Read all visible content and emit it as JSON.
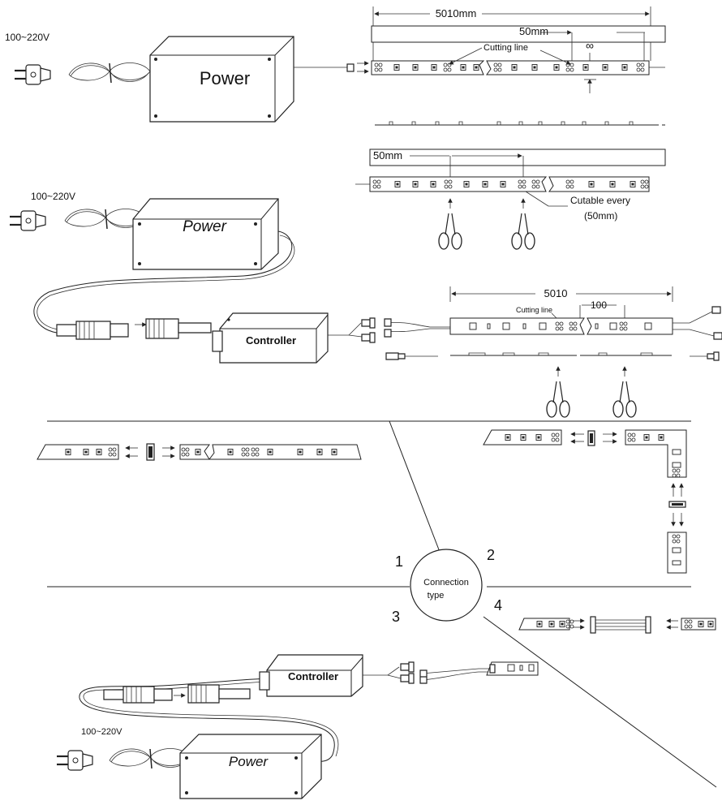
{
  "voltage": "100~220V",
  "power_label": "Power",
  "controller_label": "Controller",
  "dims": {
    "length_mm": "5010mm",
    "segment_mm": "50mm",
    "segment_mm_2": "50mm",
    "length_plain": "5010",
    "segment_plain": "100",
    "infinity": "∞"
  },
  "annotations": {
    "cutting_line": "Cutting line",
    "cutting_line_2": "Cutting line",
    "cutable_every": "Cutable every",
    "cutable_interval": "(50mm)"
  },
  "connection": {
    "center_label_line1": "Connection",
    "center_label_line2": "type",
    "quadrants": [
      "1",
      "2",
      "3",
      "4"
    ]
  }
}
